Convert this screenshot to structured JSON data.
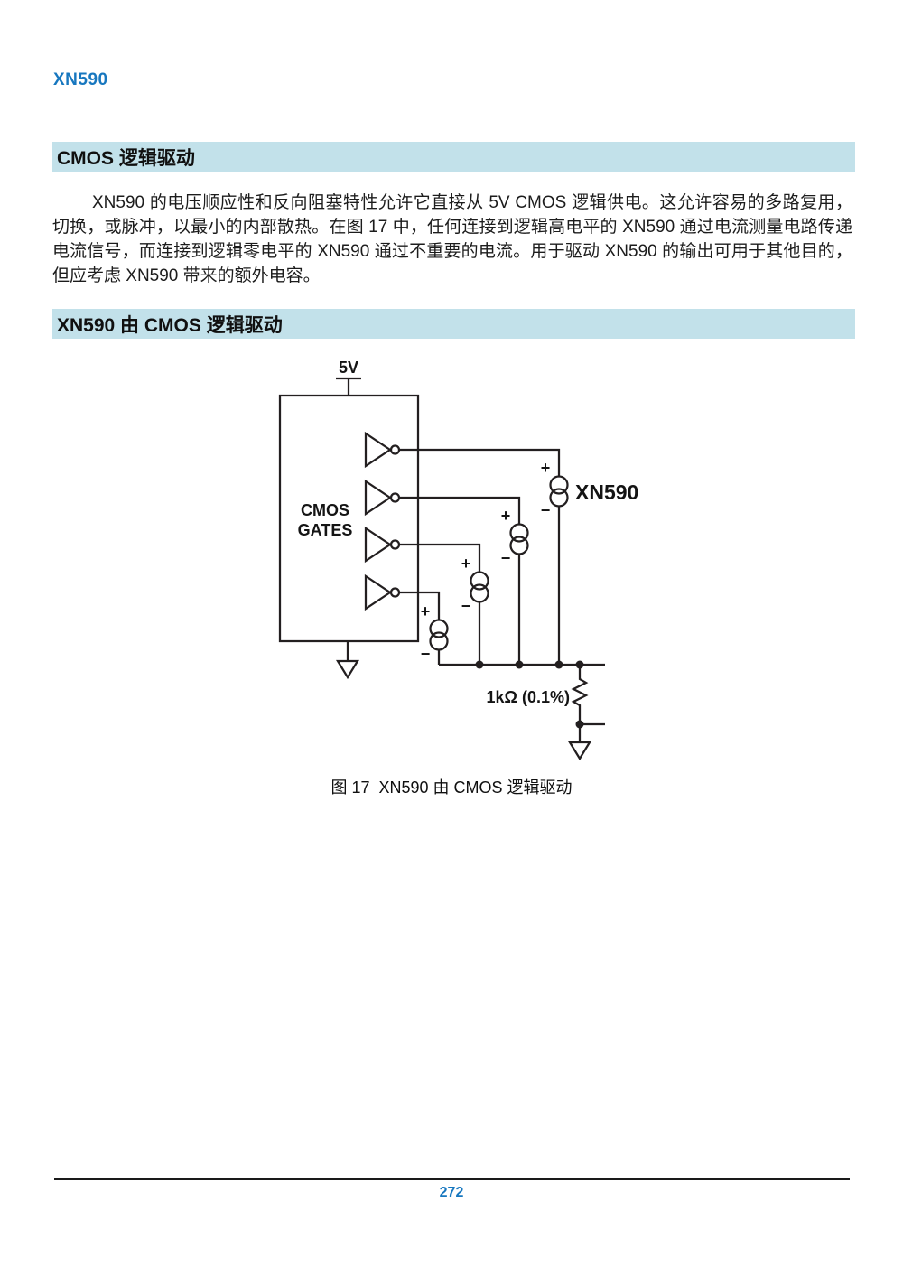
{
  "doc": {
    "title": "XN590",
    "page_number": "272",
    "accent_color": "#1777bf",
    "section_bar_color": "#c2e1ea"
  },
  "sections": [
    {
      "title": "CMOS 逻辑驱动",
      "paragraph": "XN590 的电压顺应性和反向阻塞特性允许它直接从 5V CMOS 逻辑供电。这允许容易的多路复用，切换，或脉冲，以最小的内部散热。在图 17 中，任何连接到逻辑高电平的 XN590 通过电流测量电路传递电流信号，而连接到逻辑零电平的 XN590 通过不重要的电流。用于驱动 XN590 的输出可用于其他目的，但应考虑 XN590 带来的额外电容。"
    },
    {
      "title": "XN590 由 CMOS 逻辑驱动"
    }
  ],
  "figure": {
    "caption": "图 17  XN590 由 CMOS 逻辑驱动",
    "supply_label": "5V",
    "gates_label_line1": "CMOS",
    "gates_label_line2": "GATES",
    "device_label": "XN590",
    "resistor_label": "1kΩ (0.1%)",
    "plus": "+",
    "minus": "−"
  }
}
